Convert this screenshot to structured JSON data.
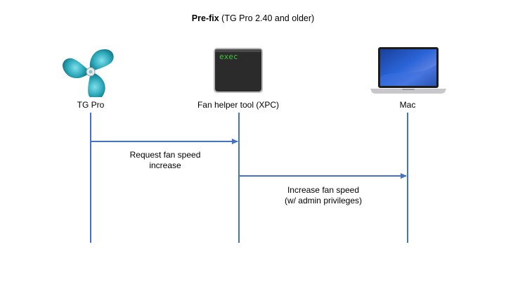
{
  "title": {
    "bold": "Pre-fix",
    "rest": " (TG Pro 2.40 and older)"
  },
  "participants": [
    {
      "label": "TG Pro",
      "icon": "fan-icon"
    },
    {
      "label": "Fan helper tool (XPC)",
      "icon": "terminal-exec-icon",
      "icon_text": "exec"
    },
    {
      "label": "Mac",
      "icon": "macbook-icon"
    }
  ],
  "messages": [
    {
      "from": "TG Pro",
      "to": "Fan helper tool (XPC)",
      "line1": "Request fan speed",
      "line2": "increase"
    },
    {
      "from": "Fan helper tool (XPC)",
      "to": "Mac",
      "line1": "Increase fan speed",
      "line2": "(w/ admin privileges)"
    }
  ],
  "colors": {
    "lifeline": "#4472c4",
    "fan_teal": "#2aa7b8",
    "terminal_text": "#3cc13c"
  }
}
